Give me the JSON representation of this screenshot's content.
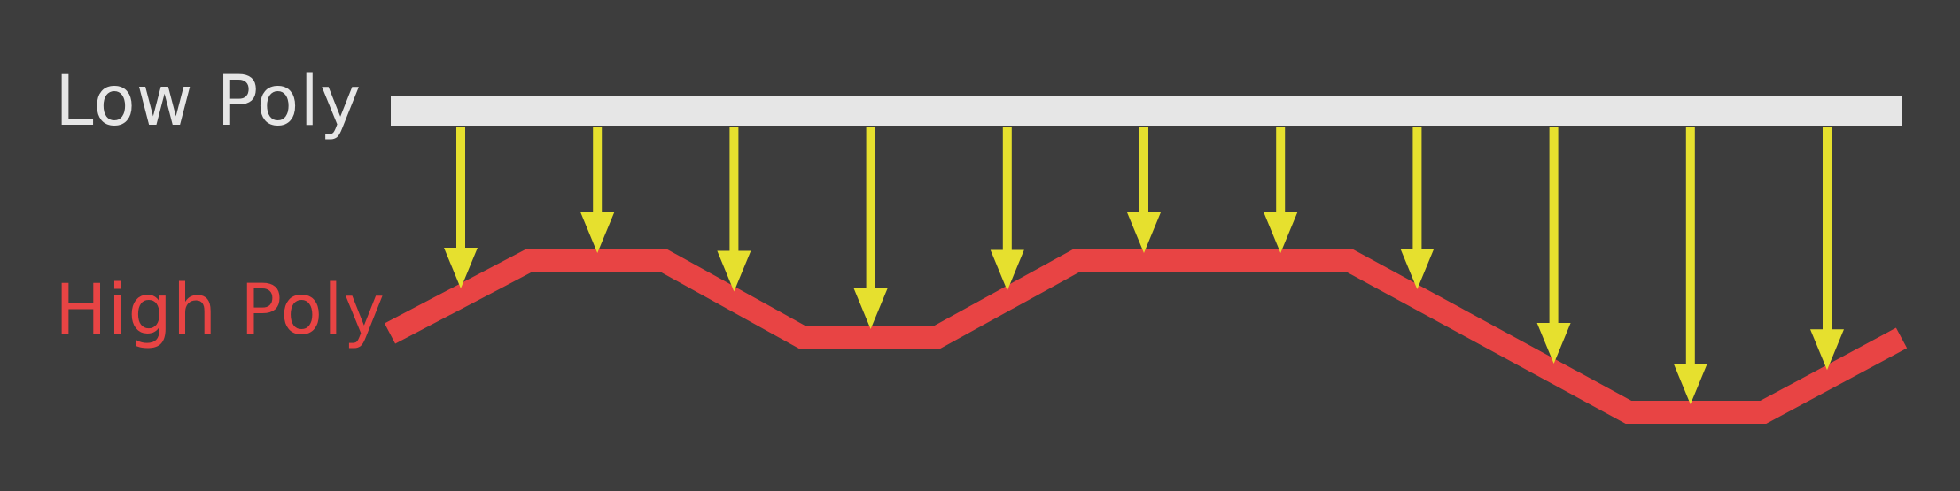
{
  "labels": {
    "low_poly": "Low Poly",
    "high_poly": "High Poly"
  },
  "colors": {
    "background": "#3d3d3d",
    "low_poly": "#e6e6e6",
    "high_poly": "#e84444",
    "arrow": "#e6e02e"
  },
  "arrow_count": 11
}
